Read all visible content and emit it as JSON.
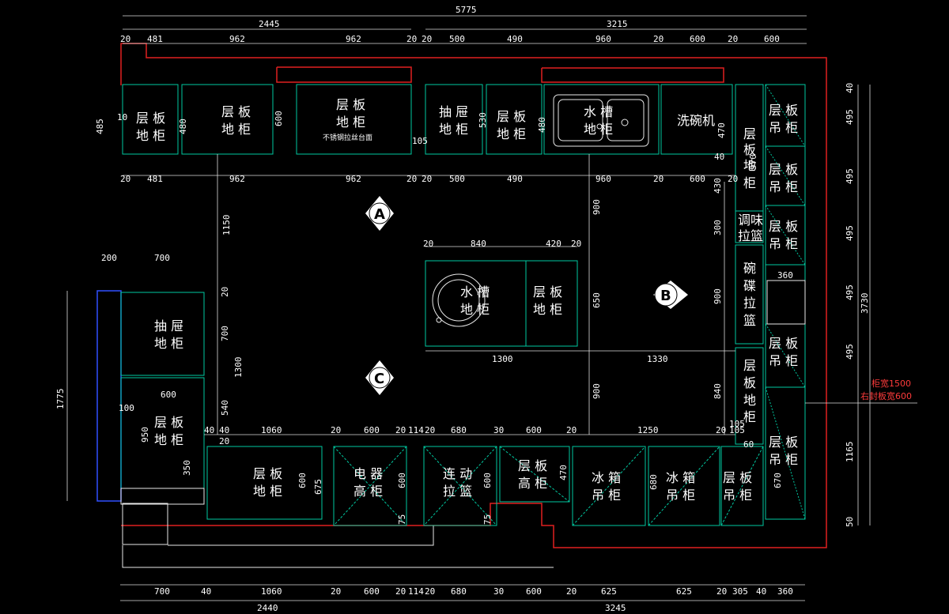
{
  "dims": {
    "top_total": "5775",
    "top_left": "2445",
    "top_right": "3215",
    "top_row": [
      "20",
      "481",
      "962",
      "962",
      "20",
      "20",
      "500",
      "490",
      "960",
      "20",
      "600",
      "20",
      "600"
    ],
    "below_top": [
      "20",
      "481",
      "962",
      "962",
      "20",
      "20",
      "500",
      "490",
      "960",
      "20",
      "600",
      "20"
    ],
    "left_vertical": [
      "485",
      "10",
      "480",
      "600",
      "105",
      "530",
      "480",
      "470",
      "40",
      "970",
      "430",
      "900",
      "900",
      "900",
      "1150",
      "300",
      "650",
      "840",
      "20",
      "700",
      "1300",
      "540",
      "40",
      "20",
      "105",
      "60",
      "950",
      "100",
      "350",
      "600",
      "675",
      "600",
      "75",
      "600",
      "75",
      "470",
      "680",
      "670",
      "1165",
      "50",
      "40",
      "495",
      "495",
      "495",
      "495",
      "495",
      "3730",
      "1775",
      "200",
      "700",
      "600",
      "20",
      "840",
      "420",
      "20",
      "1300",
      "1330",
      "360"
    ],
    "bottom_mid": [
      "40",
      "1060",
      "20",
      "600",
      "20",
      "114",
      "20",
      "680",
      "30",
      "600",
      "20",
      "1250",
      "20",
      "105"
    ],
    "bottom_row": [
      "700",
      "40",
      "1060",
      "20",
      "600",
      "20",
      "114",
      "20",
      "680",
      "30",
      "600",
      "20",
      "625",
      "625",
      "20",
      "305",
      "40",
      "360"
    ],
    "bottom_left": "2440",
    "bottom_right": "3245"
  },
  "labels": {
    "c1": [
      "层 板",
      "地 柜"
    ],
    "c2": [
      "层 板",
      "地 柜"
    ],
    "c3": [
      "层 板",
      "地 柜"
    ],
    "c3_note": "不锈钢拉丝台面",
    "c4": [
      "抽 屉",
      "地 柜"
    ],
    "c5": [
      "层 板",
      "地 柜"
    ],
    "c6": [
      "水 槽",
      "地 柜"
    ],
    "c7": "洗碗机",
    "c8": [
      "层",
      "板",
      "地",
      "柜"
    ],
    "c9": [
      "调味",
      "拉篮"
    ],
    "c10": [
      "碗",
      "碟",
      "拉",
      "篮"
    ],
    "c11": [
      "层",
      "板",
      "地",
      "柜"
    ],
    "w1": [
      "层 板",
      "吊 柜"
    ],
    "w2": [
      "层 板",
      "吊 柜"
    ],
    "w3": [
      "层 板",
      "吊 柜"
    ],
    "w4": [
      "层 板",
      "吊 柜"
    ],
    "w5": [
      "层 板",
      "吊 柜"
    ],
    "island_a": [
      "水 槽",
      "地 柜"
    ],
    "island_b": [
      "层 板",
      "地 柜"
    ],
    "l1": [
      "抽 屉",
      "地 柜"
    ],
    "l2": [
      "层 板",
      "地 柜"
    ],
    "b1": [
      "层 板",
      "地 柜"
    ],
    "b2": [
      "电 器",
      "高 柜"
    ],
    "b3": [
      "连 动",
      "拉 篮"
    ],
    "b4": [
      "层 板",
      "高 柜"
    ],
    "b5": [
      "冰 箱",
      "吊 柜"
    ],
    "b6": [
      "冰 箱",
      "吊 柜"
    ],
    "b7": [
      "层 板",
      "吊 柜"
    ]
  },
  "markers": {
    "a": "A",
    "b": "B",
    "c": "C"
  },
  "notes": {
    "line1": "柜宽1500",
    "line2": "右封板宽600"
  },
  "colors": {
    "cabinet": "#00c8a0",
    "wall": "#e8e8e8",
    "red": "#e02020",
    "blue": "#3050ff",
    "background": "#000000"
  }
}
